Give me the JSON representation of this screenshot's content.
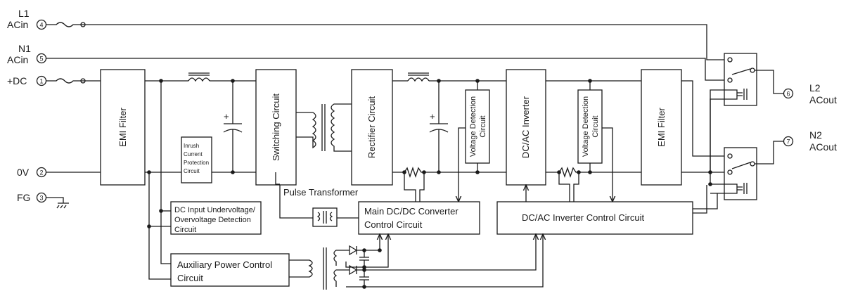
{
  "terminals": {
    "l1": {
      "num": "4",
      "name": "L1",
      "sub": "ACin"
    },
    "n1": {
      "num": "5",
      "name": "N1",
      "sub": "ACin"
    },
    "dc": {
      "num": "1",
      "name": "+DC"
    },
    "zero": {
      "num": "2",
      "name": "0V"
    },
    "fg": {
      "num": "3",
      "name": "FG"
    },
    "l2": {
      "num": "6",
      "name": "L2",
      "sub": "ACout"
    },
    "n2": {
      "num": "7",
      "name": "N2",
      "sub": "ACout"
    }
  },
  "blocks": {
    "emi1": "EMI Filter",
    "switching": "Switching Circuit",
    "rectifier": "Rectifier Circuit",
    "vdet1_a": "Voltage Detection",
    "vdet1_b": "Circuit",
    "inverter": "DC/AC Inverter",
    "vdet2_a": "Voltage Detection",
    "vdet2_b": "Circuit",
    "emi2": "EMI Filter",
    "inrush": [
      "Inrush",
      "Current",
      "Protection",
      "Circuit"
    ],
    "uvov": [
      "DC Input Undervoltage/",
      "Overvoltage Detection",
      "Circuit"
    ],
    "main_ctrl": [
      "Main DC/DC Converter",
      "Control Circuit"
    ],
    "inv_ctrl": "DC/AC Inverter Control Circuit",
    "aux": [
      "Auxiliary Power Control",
      "Circuit"
    ]
  },
  "labels": {
    "pulse_transformer": "Pulse Transformer"
  },
  "capacitor_sign": "+"
}
